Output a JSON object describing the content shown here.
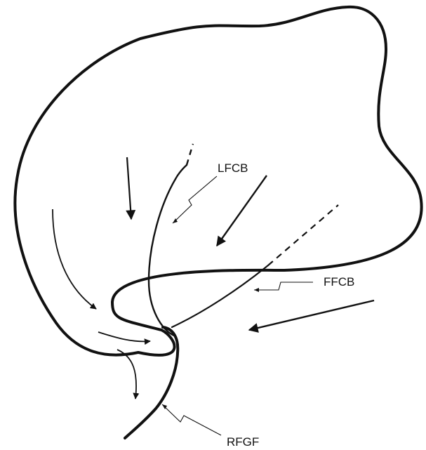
{
  "labels": {
    "lfcb": "LFCB",
    "ffcb": "FFCB",
    "rfgf": "RFGF"
  },
  "colors": {
    "ink": "#111111",
    "background": "#ffffff"
  }
}
